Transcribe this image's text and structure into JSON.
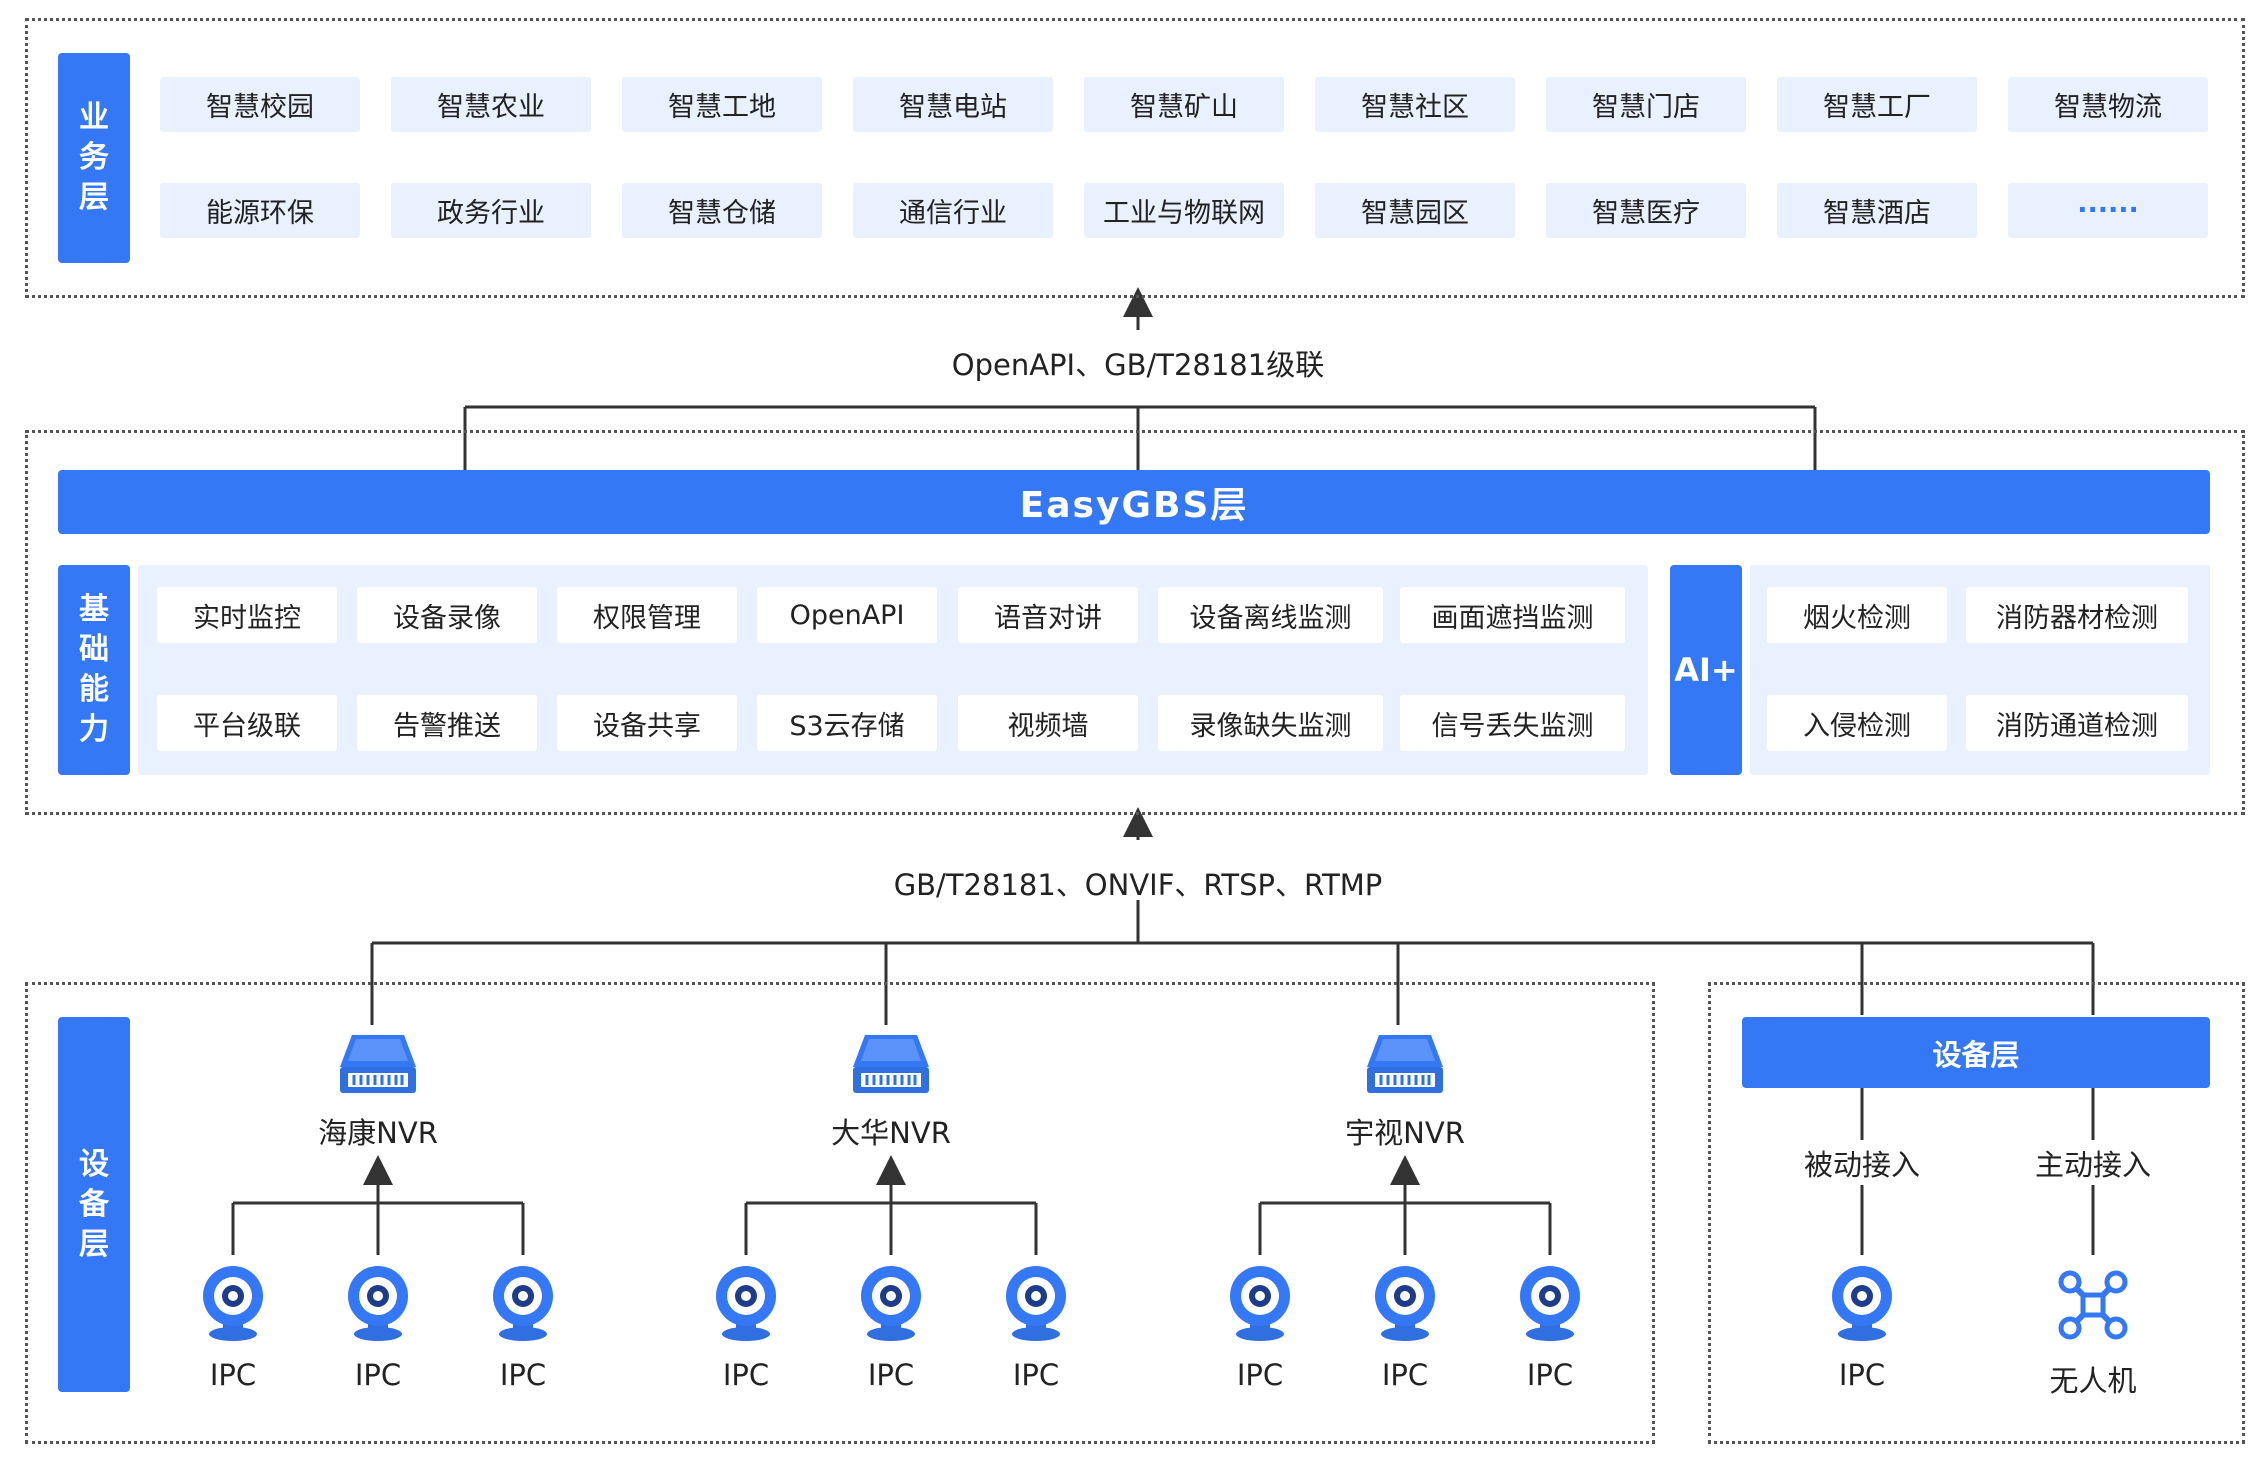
{
  "business_layer": {
    "label": "业务层",
    "row1": [
      "智慧校园",
      "智慧农业",
      "智慧工地",
      "智慧电站",
      "智慧矿山",
      "智慧社区",
      "智慧门店",
      "智慧工厂",
      "智慧物流"
    ],
    "row2": [
      "能源环保",
      "政务行业",
      "智慧仓储",
      "通信行业",
      "工业与物联网",
      "智慧园区",
      "智慧医疗",
      "智慧酒店",
      "······"
    ]
  },
  "protocol_top": "OpenAPI、GB/T28181级联",
  "easygbs": {
    "title": "EasyGBS层",
    "basic_label": "基础能力",
    "basic_row1": [
      "实时监控",
      "设备录像",
      "权限管理",
      "OpenAPI",
      "语音对讲",
      "设备离线监测",
      "画面遮挡监测"
    ],
    "basic_row2": [
      "平台级联",
      "告警推送",
      "设备共享",
      "S3云存储",
      "视频墙",
      "录像缺失监测",
      "信号丢失监测"
    ],
    "ai_label": "AI+",
    "ai_row1": [
      "烟火检测",
      "消防器材检测"
    ],
    "ai_row2": [
      "入侵检测",
      "消防通道检测"
    ]
  },
  "protocol_bottom": "GB/T28181、ONVIF、RTSP、RTMP",
  "device_layer": {
    "label": "设备层",
    "nvrs": [
      {
        "name": "海康NVR",
        "ipcs": [
          "IPC",
          "IPC",
          "IPC"
        ]
      },
      {
        "name": "大华NVR",
        "ipcs": [
          "IPC",
          "IPC",
          "IPC"
        ]
      },
      {
        "name": "宇视NVR",
        "ipcs": [
          "IPC",
          "IPC",
          "IPC"
        ]
      }
    ]
  },
  "device_layer_right": {
    "title": "设备层",
    "passive": "被动接入",
    "active": "主动接入",
    "passive_device": "IPC",
    "active_device": "无人机"
  },
  "colors": {
    "accent": "#3478f6",
    "tile_bg": "#e9f0fe"
  },
  "icons": [
    "nvr-icon",
    "camera-icon",
    "drone-icon"
  ]
}
